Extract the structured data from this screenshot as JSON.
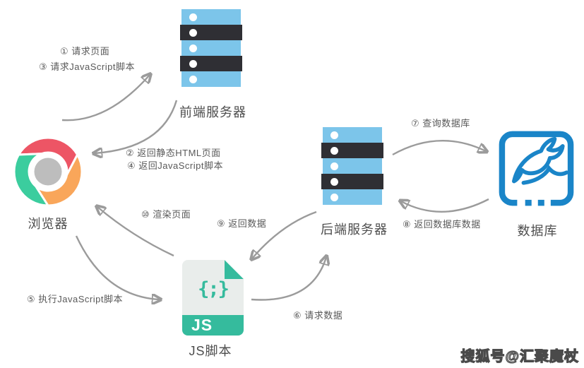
{
  "nodes": {
    "browser": {
      "label": "浏览器"
    },
    "front_server": {
      "label": "前端服务器"
    },
    "back_server": {
      "label": "后端服务器"
    },
    "database": {
      "label": "数据库"
    },
    "js_script": {
      "label": "JS脚本",
      "badge": "JS",
      "glyph": "{;}"
    }
  },
  "steps": {
    "s1": "① 请求页面",
    "s2": "② 返回静态HTML页面",
    "s3": "③ 请求JavaScript脚本",
    "s4": "④ 返回JavaScript脚本",
    "s5": "⑤ 执行JavaScript脚本",
    "s6": "⑥ 请求数据",
    "s7": "⑦ 查询数据库",
    "s8": "⑧ 返回数据库数据",
    "s9": "⑨ 返回数据",
    "s10": "⑩ 渲染页面"
  },
  "watermark": "搜狐号@汇聚魔杖",
  "colors": {
    "server_blue": "#7cc5ea",
    "server_dark": "#2f2f34",
    "teal": "#35bb9d",
    "js_body": "#e9edeb",
    "chrome_red": "#ed5565",
    "chrome_green": "#3bcd9e",
    "chrome_orange": "#f9a65a",
    "chrome_center": "#bdbdbd",
    "database_blue": "#1a85c8",
    "arrow_gray": "#9b9b9b",
    "step_text": "#595959",
    "node_label": "#4d4d4d"
  }
}
